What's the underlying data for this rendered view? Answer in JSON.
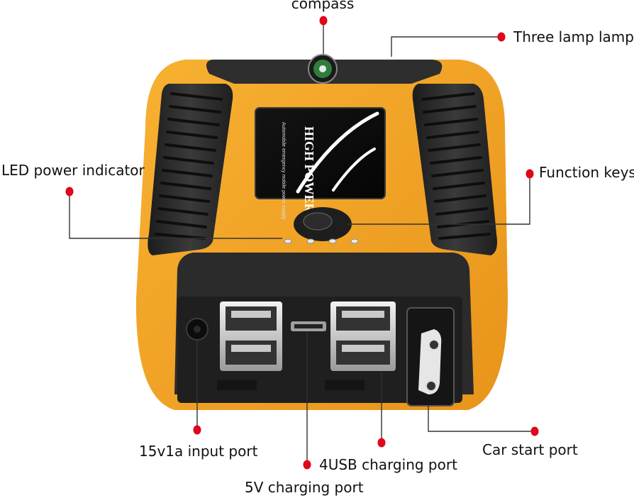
{
  "labels": {
    "compass": "compass",
    "three_lamp": "Three lamp lamp",
    "led_indicator": "LED power indicator",
    "function_keys": "Function keys",
    "input_port": "15v1a input port",
    "usb_port": "4USB charging port",
    "charging_5v": "5V charging port",
    "car_start": "Car start port"
  },
  "screen": {
    "line1": "HIGH POWER",
    "line2": "Automobile emergency mobile power supply"
  },
  "colors": {
    "body_orange": "#f5a41c",
    "rubber_black": "#2a2a2a",
    "marker_red": "#e0061c",
    "text": "#111111",
    "leader": "#333333"
  }
}
